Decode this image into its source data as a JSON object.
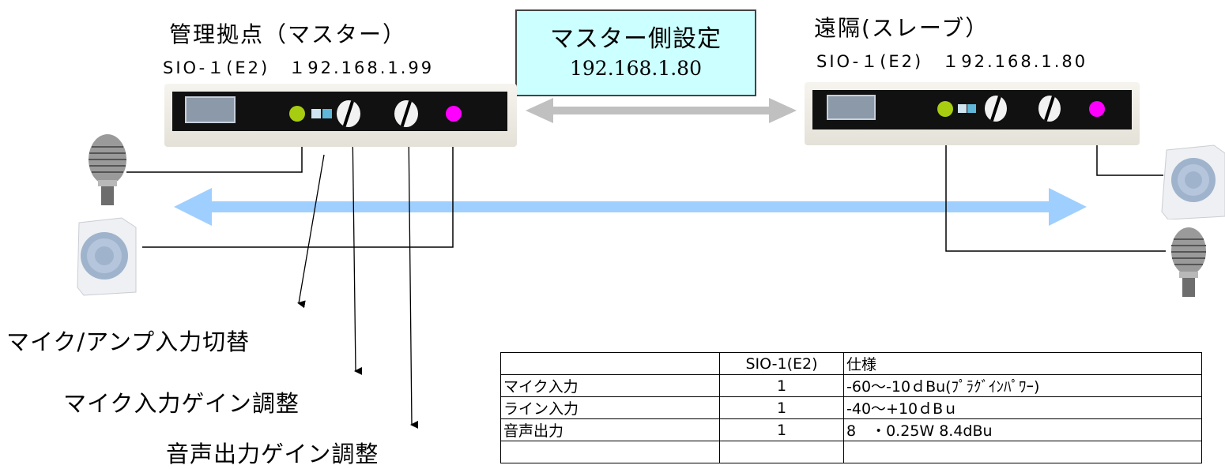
{
  "master": {
    "title": "管理拠点（マスター）",
    "model_ip": "SIO-１(E2)　１92.168.1.99"
  },
  "slave": {
    "title": "遠隔(スレーブ）",
    "model_ip": "SIO-１(E2)　１92.168.1.80"
  },
  "callout": {
    "line1": "マスター側設定",
    "line2": "192.168.1.80"
  },
  "labels": {
    "mic_amp_switch": "マイク/アンプ入力切替",
    "mic_gain": "マイク入力ゲイン調整",
    "output_gain": "音声出力ゲイン調整"
  },
  "spec_table": {
    "headers": [
      "",
      "SIO-1(E2)",
      "仕様"
    ],
    "rows": [
      [
        "マイク入力",
        "1",
        "-60～-10ｄBu(ﾌﾟﾗｸﾞｲﾝﾊﾟﾜｰ)"
      ],
      [
        "ライン入力",
        "1",
        "-40～+10ｄBｕ"
      ],
      [
        "音声出力",
        "1",
        "8　・0.25W  8.4dBu"
      ]
    ]
  },
  "colors": {
    "callout_bg": "#ccffff",
    "network_arrow": "#c0c0c0",
    "audio_arrow": "#9fcfff",
    "mic_jack": "#a8cc10",
    "speaker_jack": "#ff00ff"
  }
}
